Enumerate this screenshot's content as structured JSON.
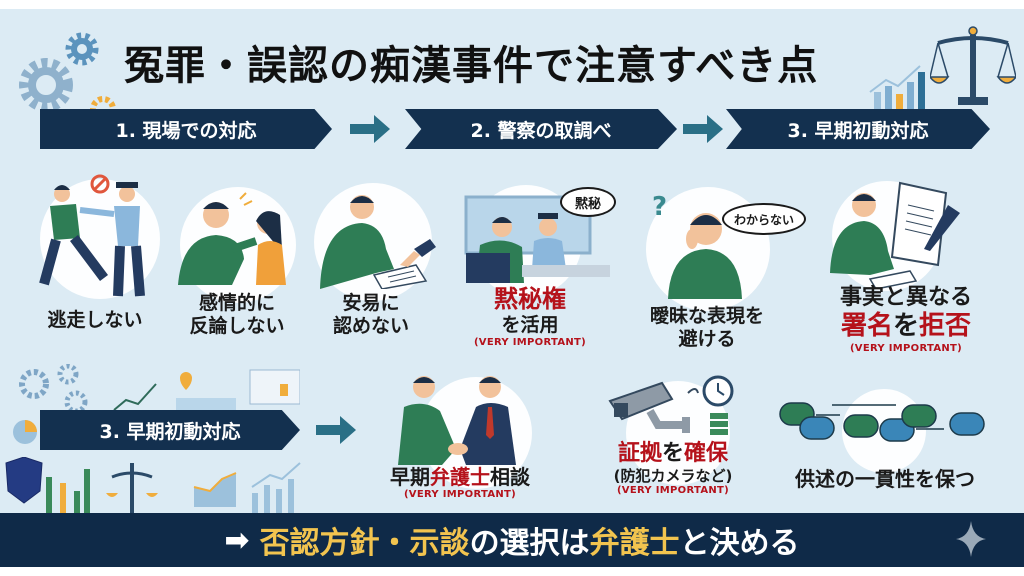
{
  "title": "冤罪・誤認の痴漢事件で注意すべき点",
  "steps": [
    {
      "label": "1. 現場での対応"
    },
    {
      "label": "2. 警察の取調べ"
    },
    {
      "label": "3. 早期初動対応"
    },
    {
      "label": "3. 早期初動対応"
    }
  ],
  "items": [
    {
      "line1": "逃走しない",
      "icon": "running-man-police-icon"
    },
    {
      "line1": "感情的に",
      "line2": "反論しない",
      "icon": "arguing-people-icon"
    },
    {
      "line1": "安易に",
      "line2": "認めない",
      "icon": "signing-document-icon"
    },
    {
      "line1": "黙秘権",
      "line2": "を活用",
      "note": "(VERY IMPORTANT)",
      "bubble": "黙秘",
      "icon": "interrogation-room-icon"
    },
    {
      "line1": "曖昧な表現を",
      "line2": "避ける",
      "bubble": "わからない",
      "icon": "confused-man-icon"
    },
    {
      "line1": "事実と異なる",
      "line2a": "署名",
      "line2b": "を",
      "line2c": "拒否",
      "note": "(VERY IMPORTANT)",
      "icon": "document-signature-icon"
    },
    {
      "line1a": "早期",
      "line1b": "弁護士",
      "line1c": "相談",
      "note": "(VERY IMPORTANT)",
      "icon": "handshake-lawyer-icon"
    },
    {
      "line1a": "証拠",
      "line1b": "を",
      "line1c": "確保",
      "line2": "(防犯カメラなど)",
      "note": "(VERY IMPORTANT)",
      "icon": "security-camera-icon"
    },
    {
      "line1": "供述の一貫性を保つ",
      "icon": "consistent-speech-bubbles-icon"
    }
  ],
  "footer": {
    "arrow": "➡",
    "part1": "否認方針・示談",
    "part2": "の選択は",
    "part3": "弁護士",
    "part4": "と決める"
  },
  "colors": {
    "background": "#dcebf4",
    "navy": "#13304f",
    "accent_red": "#b5121b",
    "accent_gold": "#f2c44f",
    "teal_arrow": "#2a6f86"
  }
}
